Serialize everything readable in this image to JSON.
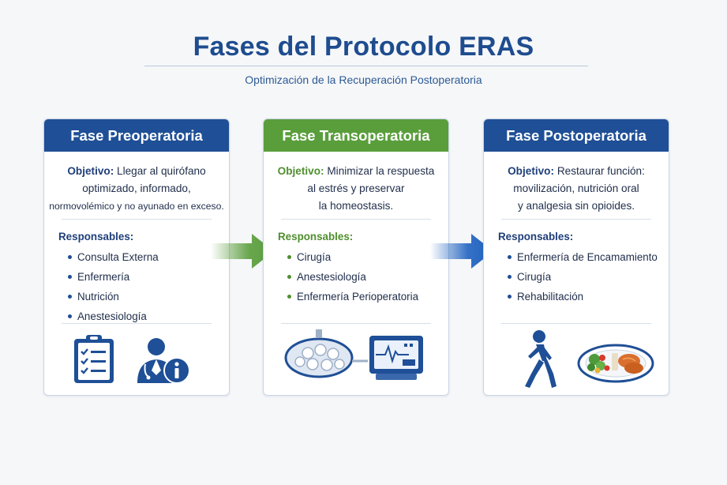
{
  "header": {
    "title": "Fases del Protocolo ERAS",
    "subtitle": "Optimización de la Recuperación Postoperatoria"
  },
  "phases": [
    {
      "title": "Fase Preoperatoria",
      "objective_label": "Objetivo:",
      "objective_lines": [
        "Llegar al quirófano",
        "optimizado, informado,",
        "normovolémico y no ayunado en exceso."
      ],
      "responsables_label": "Responsables:",
      "responsables": [
        "Consulta Externa",
        "Enfermería",
        "Nutrición",
        "Anestesiología"
      ],
      "icons": [
        "clipboard-checklist-icon",
        "doctor-info-icon"
      ]
    },
    {
      "title": "Fase Transoperatoria",
      "objective_label": "Objetivo:",
      "objective_lines": [
        "Minimizar la respuesta",
        "al estrés y preservar",
        "la homeostasis."
      ],
      "responsables_label": "Responsables:",
      "responsables": [
        "Cirugía",
        "Anestesiología",
        "Enfermería Perioperatoria"
      ],
      "icons": [
        "surgical-lamp-icon",
        "vital-signs-monitor-icon"
      ]
    },
    {
      "title": "Fase Postoperatoria",
      "objective_label": "Objetivo:",
      "objective_lines": [
        "Restaurar función:",
        "movilización, nutrición oral",
        "y analgesia sin opioides."
      ],
      "responsables_label": "Responsables:",
      "responsables": [
        "Enfermería de Encamamiento",
        "Cirugía",
        "Rehabilitación"
      ],
      "icons": [
        "walking-person-icon",
        "food-plate-icon"
      ]
    }
  ],
  "colors": {
    "blue": "#1f4f96",
    "green": "#5a9e3c",
    "title": "#1e4c8f"
  }
}
